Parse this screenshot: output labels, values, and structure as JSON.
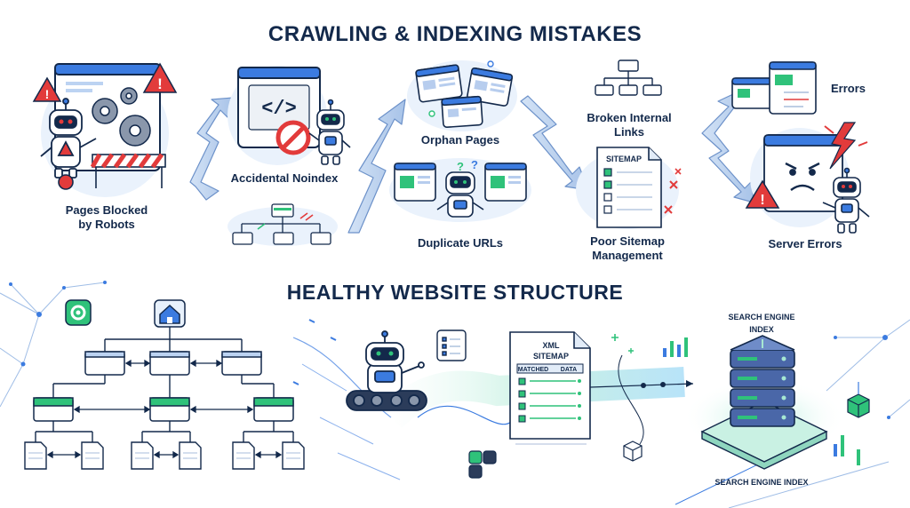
{
  "top": {
    "title": "CRAWLING & INDEXING MISTAKES",
    "items": [
      {
        "label": "Pages Blocked",
        "label2": "by Robots"
      },
      {
        "label": "Accidental Noindex"
      },
      {
        "label": "Orphan Pages"
      },
      {
        "label": "Duplicate URLs"
      },
      {
        "label": "Broken Internal",
        "label2": "Links"
      },
      {
        "label": "Poor Sitemap",
        "label2": "Management"
      },
      {
        "label": "Errors"
      },
      {
        "label": "Server Errors"
      }
    ],
    "sitemap_doc_title": "SITEMAP",
    "code_glyph": "</>",
    "warning_glyph": "!"
  },
  "bottom": {
    "title": "HEALTHY WEBSITE STRUCTURE",
    "xml_title_1": "XML",
    "xml_title_2": "SITEMAP",
    "xml_col_1": "MATCHED",
    "xml_col_2": "DATA",
    "index_title_1": "SEARCH ENGINE",
    "index_title_2": "INDEX",
    "index_caption": "SEARCH ENGINE INDEX"
  },
  "colors": {
    "navy": "#13294b",
    "blue": "#3b7be0",
    "green": "#2fc27a",
    "red": "#e23b3b",
    "light_blue": "#e8f1fc"
  }
}
